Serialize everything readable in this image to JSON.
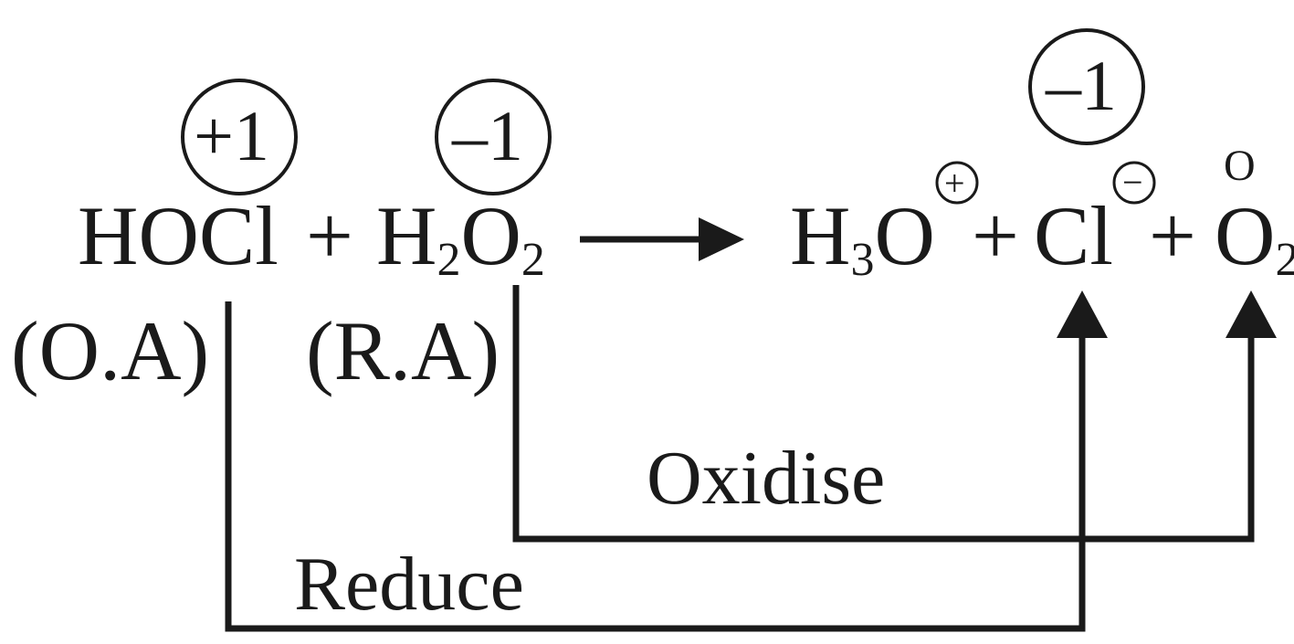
{
  "reaction": {
    "reactant1": "HOCl",
    "plus1": "+",
    "reactant2_base1": "H",
    "reactant2_sub1": "2",
    "reactant2_base2": "O",
    "reactant2_sub2": "2",
    "product1_base1": "H",
    "product1_sub1": "3",
    "product1_base2": "O",
    "product1_charge": "+",
    "plus2": "+",
    "product2": "Cl",
    "product2_charge": "−",
    "plus3": "+",
    "product3_base": "O",
    "product3_sub": "2",
    "product3_ox_state": "O"
  },
  "oxidation_states": {
    "hocl_cl": "+1",
    "h2o2_o": "–1",
    "cl_minus": "–1"
  },
  "roles": {
    "oxidising_agent": "(O.A)",
    "reducing_agent": "(R.A)"
  },
  "paths": {
    "oxidise_label": "Oxidise",
    "reduce_label": "Reduce"
  },
  "colors": {
    "ink": "#1a1a1a",
    "background": "#ffffff"
  }
}
